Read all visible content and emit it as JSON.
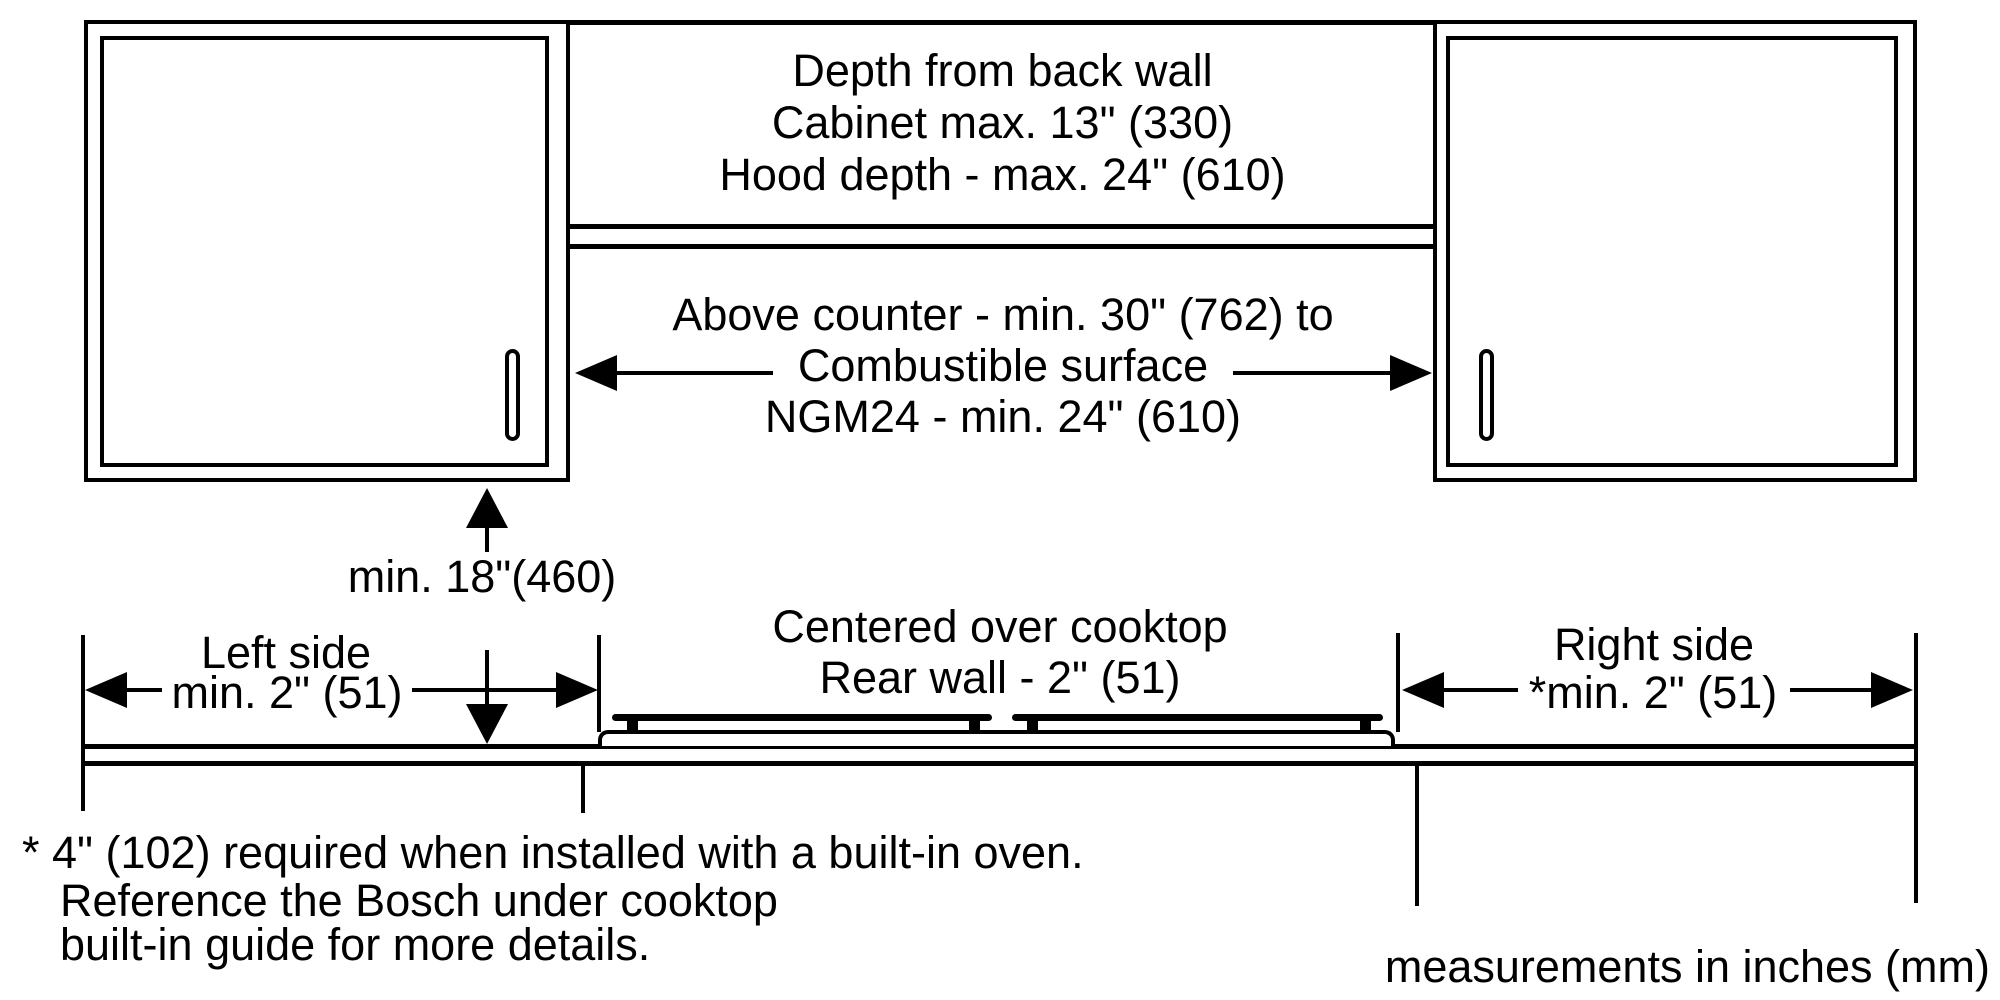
{
  "diagram": {
    "top_note": {
      "line1": "Depth from back wall",
      "line2": "Cabinet max. 13\" (330)",
      "line3": "Hood depth - max. 24\" (610)"
    },
    "clearance_note": {
      "line1": "Above counter - min. 30\" (762) to",
      "line2": "Combustible surface",
      "line3": "NGM24 - min. 24\" (610)"
    },
    "vertical_dim": {
      "label": "min. 18\"(460)"
    },
    "left_dim": {
      "title": "Left side",
      "value": "min. 2\" (51)"
    },
    "center_dim": {
      "line1": "Centered over cooktop",
      "line2": "Rear wall - 2\" (51)"
    },
    "right_dim": {
      "title": "Right side",
      "value": "*min. 2\" (51)"
    },
    "footnote": {
      "line1": "* 4\" (102) required when installed with a built-in oven.",
      "line2": "Reference the Bosch under cooktop",
      "line3": "built-in guide for more details."
    },
    "units_note": "measurements in inches (mm)",
    "colors": {
      "line": "#000000",
      "background": "#ffffff"
    }
  }
}
